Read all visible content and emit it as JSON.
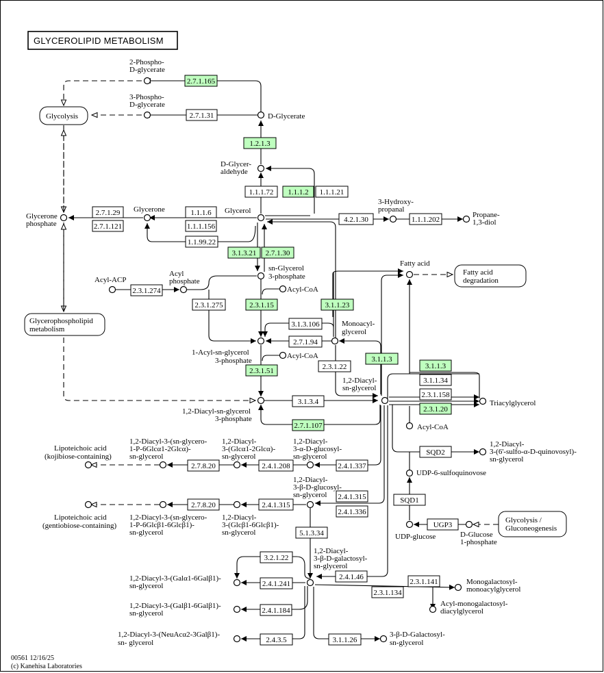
{
  "title": "GLYCEROLIPID  METABOLISM",
  "footer": {
    "code": "00561 12/16/25",
    "credit": "(c) Kanehisa Laboratories"
  },
  "colors": {
    "highlight": "#bfffbf",
    "plain": "#ffffff",
    "line": "#000000"
  },
  "maps": {
    "glycolysis": "Glycolysis",
    "fatty_acid_degradation": [
      "Fatty acid",
      "degradation"
    ],
    "glycerophospholipid": [
      "Glycerophospholipid",
      "metabolism"
    ],
    "glycolysis_gluconeogenesis": [
      "Glycolysis /",
      "Gluconeogenesis"
    ]
  },
  "compounds": {
    "phospho2": [
      "2-Phospho-",
      "D-glycerate"
    ],
    "phospho3": [
      "3-Phospho-",
      "D-glycerate"
    ],
    "d_glycerate": "D-Glycerate",
    "d_glyceraldehyde": [
      "D-Glycer-",
      "aldehyde"
    ],
    "glycerone_phosphate": [
      "Glycerone",
      "phosphate"
    ],
    "glycerone": "Glycerone",
    "glycerol": "Glycerol",
    "hydroxypropanal": [
      "3-Hydroxy-",
      "propanal"
    ],
    "propanediol": [
      "Propane-",
      "1,3-diol"
    ],
    "fatty_acid": "Fatty acid",
    "acyl_acp": "Acyl-ACP",
    "acyl_phosphate": [
      "Acyl",
      "phosphate"
    ],
    "sn_glycerol_3p": [
      "sn-Glycerol",
      "3-phosphate"
    ],
    "acyl_coa_1": "Acyl-CoA",
    "monoacylglycerol": [
      "Monoacyl-",
      "glycerol"
    ],
    "acyl_sn_glycerol_3p": [
      "1-Acyl-sn-glycerol",
      "3-phosphate"
    ],
    "acyl_coa_2": "Acyl-CoA",
    "diacyl_sn_glycerol": [
      "1,2-Diacyl-",
      "sn-glycerol"
    ],
    "diacyl_sn_glycerol_3p": [
      "1,2-Diacyl-sn-glycerol",
      "3-phosphate"
    ],
    "triacylglycerol": "Triacylglycerol",
    "acyl_coa_3": "Acyl-CoA",
    "sulfoquinovosyl": [
      "1,2-Diacyl-",
      "3-(6'-sulfo-α-D-quinovosyl)-",
      "sn-glycerol"
    ],
    "udp_sulfoquinovose": "UDP-6-sulfoquinovose",
    "udp_glucose": "UDP-glucose",
    "d_glucose_1p": [
      "D-Glucose",
      "1-phosphate"
    ],
    "lta_kojibiose": [
      "Lipoteichoic acid",
      "(kojibiose-containing)"
    ],
    "glc_kojibiose_p": [
      "1,2-Diacyl-3-(sn-glycero-",
      "1-P-6Glcα1-2Glcα)-",
      "sn-glycerol"
    ],
    "glc_a12": [
      "1,2-Diacyl-",
      "3-(Glcα1-2Glcα)-",
      "sn-glycerol"
    ],
    "glucosyl_a": [
      "1,2-Diacyl-",
      "3-α-D-glucosyl-",
      "sn-glycerol"
    ],
    "lta_gentiobiose": [
      "Lipoteichoic acid",
      "(gentiobiose-containing)"
    ],
    "glc_gentiobiose_p": [
      "1,2-Diacyl-3-(sn-glycero-",
      "1-P-6Glcβ1-6Glcβ1)-",
      "sn-glycerol"
    ],
    "glc_b16": [
      "1,2-Diacyl-",
      "3-(Glcβ1-6Glcβ1)-",
      "sn-glycerol"
    ],
    "glucosyl_b": [
      "1,2-Diacyl-",
      "3-β-D-glucosyl-",
      "sn-glycerol"
    ],
    "galactosyl_b": [
      "1,2-Diacyl-",
      "3-β-D-galactosyl-",
      "sn-glycerol"
    ],
    "gal_a16": [
      "1,2-Diacyl-3-(Galα1-6Galβ1)-",
      "sn-glycerol"
    ],
    "gal_b16": [
      "1,2-Diacyl-3-(Galβ1-6Galβ1)-",
      "sn-glycerol"
    ],
    "neuac": [
      "1,2-Diacyl-3-(NeuAcα2-3Galβ1)-",
      "sn- glycerol"
    ],
    "monogalactosyl": [
      "Monogalactosyl-",
      "monoacylglycerol"
    ],
    "acyl_monogalactosyl": [
      "Acyl-monogalactosyl-",
      "diacylglycerol"
    ],
    "galactosyl_glycerol": [
      "3-β-D-Galactosyl-",
      "sn-glycerol"
    ]
  },
  "enzymes": {
    "e2_7_1_165": "2.7.1.165",
    "e2_7_1_31": "2.7.1.31",
    "e1_2_1_3": "1.2.1.3",
    "e1_1_1_72": "1.1.1.72",
    "e1_1_1_2": "1.1.1.2",
    "e1_1_1_21": "1.1.1.21",
    "e2_7_1_29": "2.7.1.29",
    "e2_7_1_121": "2.7.1.121",
    "e1_1_1_6": "1.1.1.6",
    "e1_1_1_156": "1.1.1.156",
    "e1_1_99_22": "1.1.99.22",
    "e4_2_1_30": "4.2.1.30",
    "e1_1_1_202": "1.1.1.202",
    "e3_1_3_21": "3.1.3.21",
    "e2_7_1_30": "2.7.1.30",
    "e2_3_1_274": "2.3.1.274",
    "e2_3_1_275": "2.3.1.275",
    "e2_3_1_15": "2.3.1.15",
    "e3_1_1_23": "3.1.1.23",
    "e3_1_3_106": "3.1.3.106",
    "e2_7_1_94": "2.7.1.94",
    "e2_3_1_22": "2.3.1.22",
    "e3_1_1_3_a": "3.1.1.3",
    "e3_1_1_3_b": "3.1.1.3",
    "e3_1_1_34": "3.1.1.34",
    "e2_3_1_158": "2.3.1.158",
    "e2_3_1_20": "2.3.1.20",
    "e2_3_1_51": "2.3.1.51",
    "e3_1_3_4": "3.1.3.4",
    "e2_7_1_107": "2.7.1.107",
    "sqd2": "SQD2",
    "sqd1": "SQD1",
    "ugp3": "UGP3",
    "e2_7_8_20_a": "2.7.8.20",
    "e2_4_1_208": "2.4.1.208",
    "e2_4_1_337": "2.4.1.337",
    "e2_7_8_20_b": "2.7.8.20",
    "e2_4_1_315_a": "2.4.1.315",
    "e2_4_1_315_b": "2.4.1.315",
    "e2_4_1_336": "2.4.1.336",
    "e5_1_3_34": "5.1.3.34",
    "e3_2_1_22": "3.2.1.22",
    "e2_4_1_46": "2.4.1.46",
    "e2_4_1_241": "2.4.1.241",
    "e2_3_1_141": "2.3.1.141",
    "e2_3_1_134": "2.3.1.134",
    "e2_4_1_184": "2.4.1.184",
    "e2_4_3_5": "2.4.3.5",
    "e3_1_1_26": "3.1.1.26"
  }
}
